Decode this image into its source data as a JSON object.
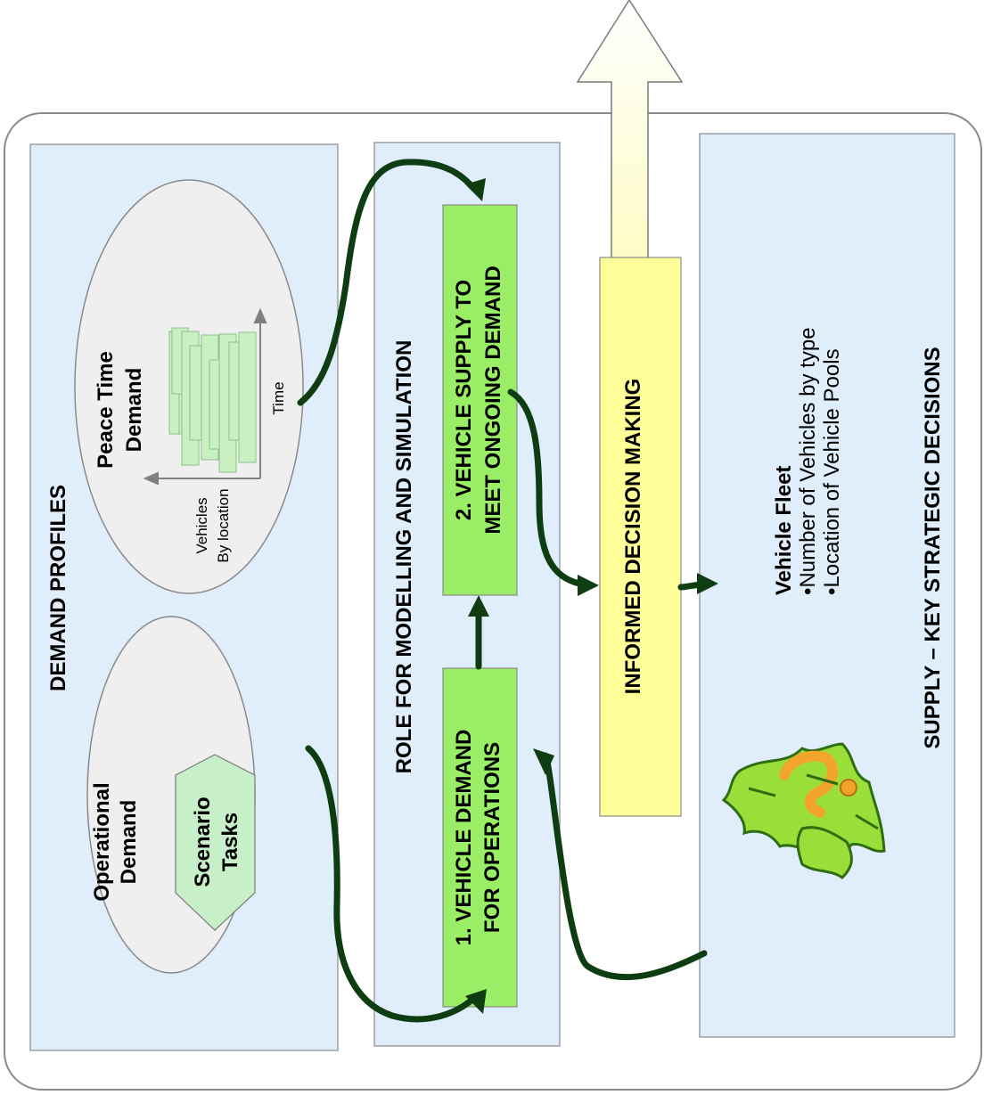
{
  "panels": {
    "demand": {
      "title": "DEMAND PROFILES"
    },
    "role": {
      "title": "ROLE FOR MODELLING AND SIMULATION"
    },
    "supply": {
      "title": "SUPPLY – KEY STRATEGIC DECISIONS"
    }
  },
  "operational": {
    "title_line1": "Operational",
    "title_line2": "Demand",
    "hexagon_line1": "Scenario",
    "hexagon_line2": "Tasks"
  },
  "peacetime": {
    "title_line1": "Peace Time",
    "title_line2": "Demand",
    "axis_y_line1": "Vehicles",
    "axis_y_line2": "By location",
    "axis_x": "Time"
  },
  "boxes": {
    "vehicle_demand_line1": "1. VEHICLE DEMAND",
    "vehicle_demand_line2": "FOR OPERATIONS",
    "vehicle_supply_line1": "2. VEHICLE SUPPLY TO",
    "vehicle_supply_line2": "MEET ONGOING DEMAND",
    "decision": "INFORMED DECISION MAKING"
  },
  "fleet": {
    "title": "Vehicle Fleet",
    "item1": "•Number of Vehicles by type",
    "item2": "•Location of Vehicle Pools"
  },
  "colors": {
    "panel_fill": "#dfeefa",
    "green_box": "#99ee66",
    "yellow_box": "#ffff99",
    "arrow_dark": "#0f3d12",
    "ellipse_fill": "#efefef"
  }
}
